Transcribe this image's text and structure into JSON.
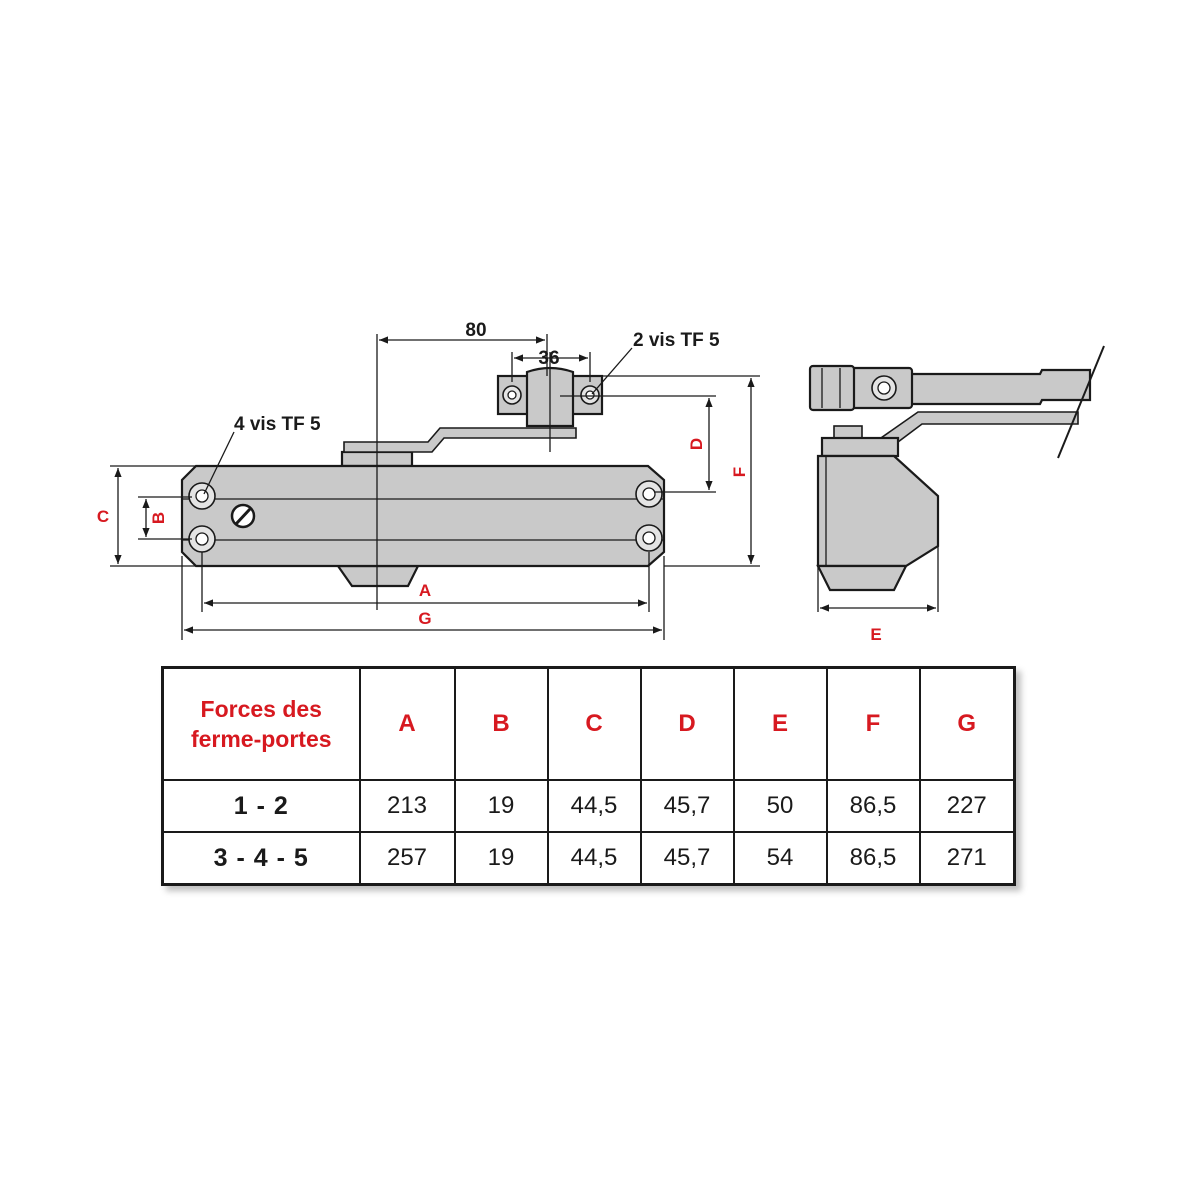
{
  "drawing": {
    "callouts": {
      "four_screws": "4 vis TF 5",
      "two_screws": "2 vis TF 5"
    },
    "dimensions": {
      "dim_80": "80",
      "dim_36": "36",
      "A": "A",
      "B": "B",
      "C": "C",
      "D": "D",
      "E": "E",
      "F": "F",
      "G": "G"
    }
  },
  "table": {
    "header_line1": "Forces des",
    "header_line2": "ferme-portes",
    "columns": [
      "A",
      "B",
      "C",
      "D",
      "E",
      "F",
      "G"
    ],
    "rows": [
      {
        "label": "1 - 2",
        "values": [
          "213",
          "19",
          "44,5",
          "45,7",
          "50",
          "86,5",
          "227"
        ]
      },
      {
        "label": "3 - 4 - 5",
        "values": [
          "257",
          "19",
          "44,5",
          "45,7",
          "54",
          "86,5",
          "271"
        ]
      }
    ]
  },
  "colors": {
    "label_red": "#d71920",
    "line_black": "#1a1a1a",
    "part_grey": "#c9c9c9"
  }
}
